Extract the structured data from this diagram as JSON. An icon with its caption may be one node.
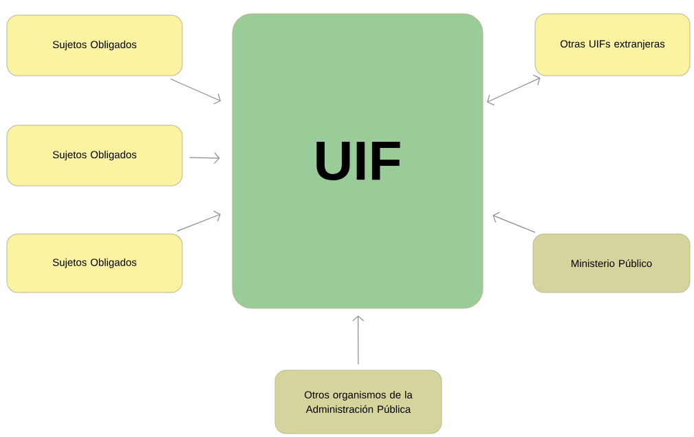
{
  "diagram": {
    "nodes": [
      {
        "text": [
          "UIF"
        ]
      },
      {
        "text": [
          "Sujetos Obligados"
        ]
      },
      {
        "text": [
          "Sujetos Obligados"
        ]
      },
      {
        "text": [
          "Sujetos Obligados"
        ]
      },
      {
        "text": [
          "Otras UIFs extranjeras"
        ]
      },
      {
        "text": [
          "Ministerio Público"
        ]
      },
      {
        "text": [
          "Otros organismos de la Administración Pública"
        ]
      }
    ],
    "edges": [
      {
        "from": 1,
        "to": 0,
        "arrow": "to"
      },
      {
        "from": 2,
        "to": 0,
        "arrow": "to"
      },
      {
        "from": 3,
        "to": 0,
        "arrow": "to"
      },
      {
        "from": 0,
        "to": 4,
        "arrow": "both"
      },
      {
        "from": 5,
        "to": 0,
        "arrow": "to"
      },
      {
        "from": 6,
        "to": 0,
        "arrow": "to"
      }
    ]
  }
}
